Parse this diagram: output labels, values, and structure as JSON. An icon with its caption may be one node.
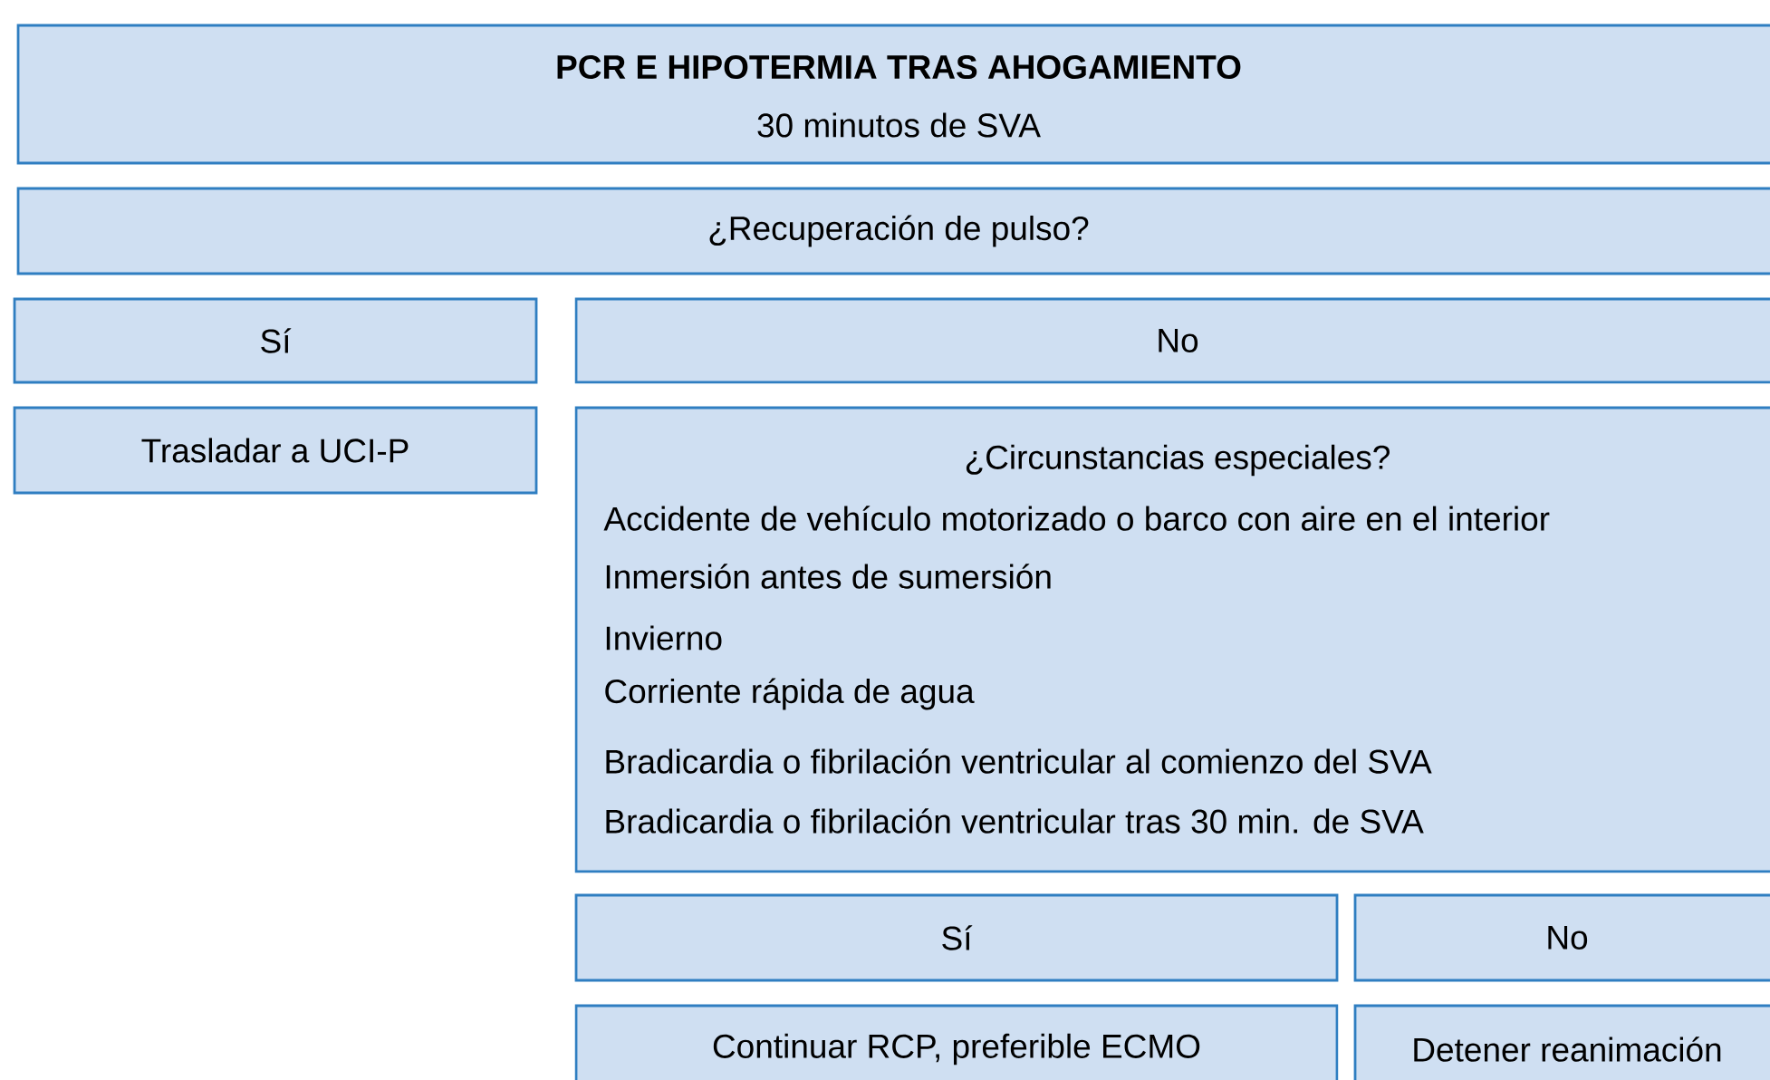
{
  "diagram": {
    "nodes": [
      {
        "text": [
          "PCR E HIPOTERMIA TRAS AHOGAMIENTO",
          "30 minutos de SVA"
        ]
      },
      {
        "text": [
          "¿Recuperación de pulso?"
        ]
      },
      {
        "text": [
          "Sí"
        ]
      },
      {
        "text": [
          "No"
        ]
      },
      {
        "text": [
          "Trasladar a UCI-P"
        ]
      },
      {
        "text": [
          "¿Circunstancias especiales?",
          "Accidente de vehículo motorizado o barco con aire en el interior",
          "Inmersión antes de sumersión",
          "Invierno",
          "Corriente rápida de agua",
          "Bradicardia o fibrilación ventricular al comienzo del SVA",
          "Bradicardia o fibrilación ventricular tras 30 min. de SVA"
        ]
      },
      {
        "text": [
          "Sí"
        ]
      },
      {
        "text": [
          "No"
        ]
      },
      {
        "text": [
          "Continuar RCP, preferible ECMO"
        ]
      },
      {
        "text": [
          "Detener reanimación"
        ]
      }
    ]
  }
}
